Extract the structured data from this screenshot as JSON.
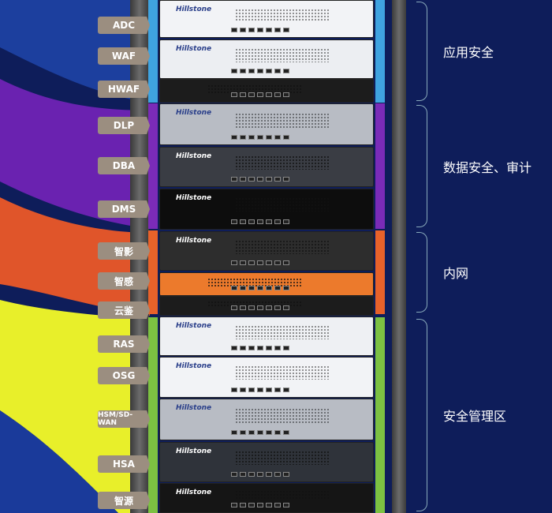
{
  "brand": "Hillstone",
  "devices": [
    {
      "label": "ADC",
      "color": "#f2f3f6"
    },
    {
      "label": "WAF",
      "color": "#eceef2"
    },
    {
      "label": "HWAF",
      "color": "#1c1c1c"
    },
    {
      "label": "DLP",
      "color": "#b8bcc4"
    },
    {
      "label": "DBA",
      "color": "#3a3d44"
    },
    {
      "label": "DMS",
      "color": "#0d0d0d"
    },
    {
      "label": "智影",
      "color": "#2d2d2d"
    },
    {
      "label": "智感",
      "color": "#ec7a2c"
    },
    {
      "label": "云鉴",
      "color": "#1c1c1c"
    },
    {
      "label": "RAS",
      "color": "#eef0f3"
    },
    {
      "label": "OSG",
      "color": "#f2f3f6"
    },
    {
      "label": "HSM/SD-WAN",
      "color": "#b8bcc4"
    },
    {
      "label": "HSA",
      "color": "#2f333a"
    },
    {
      "label": "智源",
      "color": "#151515"
    }
  ],
  "groups": [
    {
      "label": "应用安全",
      "color": "#3fa3e0"
    },
    {
      "label": "数据安全、审计",
      "color": "#7a2bb8"
    },
    {
      "label": "内网",
      "color": "#e8622a"
    },
    {
      "label": "安全管理区",
      "color": "#7cc142"
    }
  ]
}
